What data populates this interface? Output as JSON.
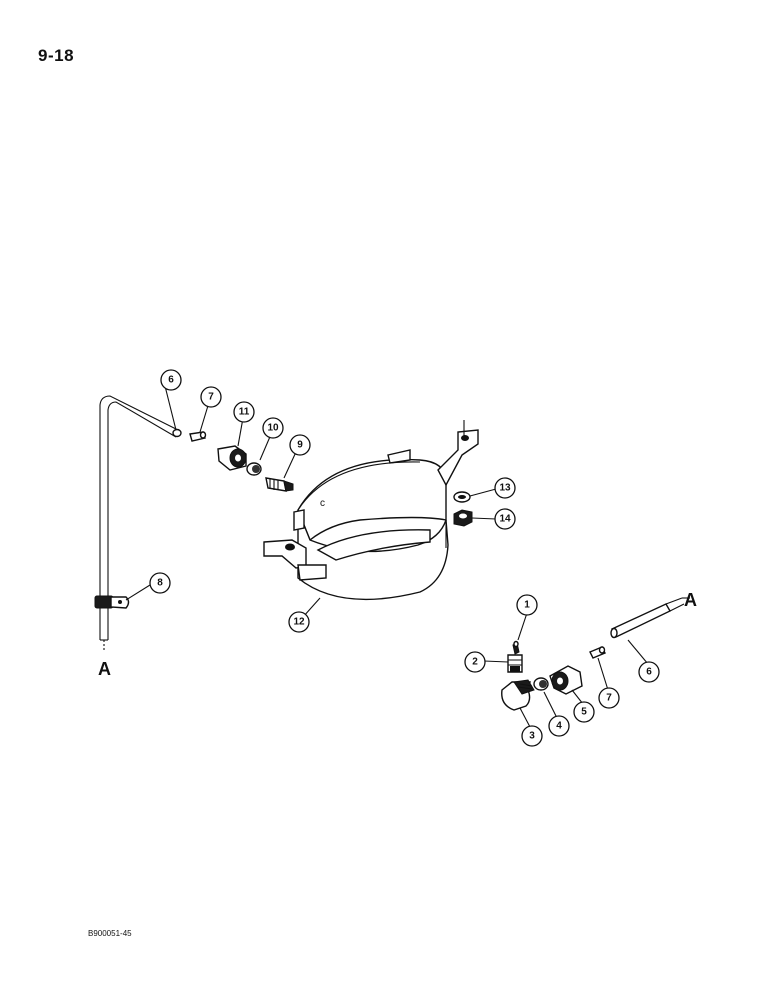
{
  "page_number": "9-18",
  "figure_code": "B900051-45",
  "reference_letters": {
    "left": "A",
    "right": "A"
  },
  "callouts": [
    {
      "id": "c6a",
      "label": "6"
    },
    {
      "id": "c7a",
      "label": "7"
    },
    {
      "id": "c11",
      "label": "11"
    },
    {
      "id": "c10",
      "label": "10"
    },
    {
      "id": "c9",
      "label": "9"
    },
    {
      "id": "c13",
      "label": "13"
    },
    {
      "id": "c14",
      "label": "14"
    },
    {
      "id": "c8",
      "label": "8"
    },
    {
      "id": "c12",
      "label": "12"
    },
    {
      "id": "c1",
      "label": "1"
    },
    {
      "id": "c2",
      "label": "2"
    },
    {
      "id": "c3",
      "label": "3"
    },
    {
      "id": "c4",
      "label": "4"
    },
    {
      "id": "c5",
      "label": "5"
    },
    {
      "id": "c7b",
      "label": "7"
    },
    {
      "id": "c6b",
      "label": "6"
    }
  ]
}
